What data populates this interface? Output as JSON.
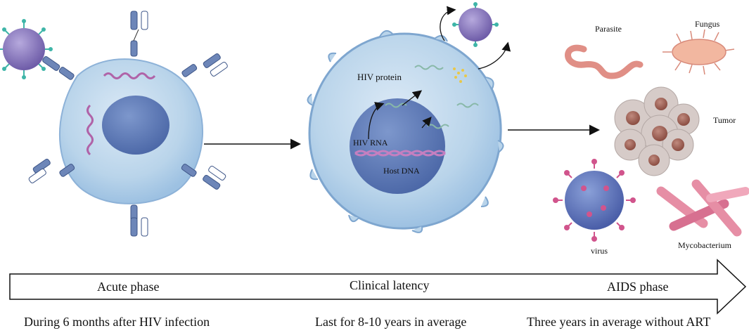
{
  "labels": {
    "hiv_protein": "HIV  protein",
    "hiv_rna": "HIV RNA",
    "host_dna": "Host DNA",
    "parasite": "Parasite",
    "fungus": "Fungus",
    "tumor": "Tumor",
    "virus": "virus",
    "mycobacterium": "Mycobacterium"
  },
  "phases": {
    "acute": "Acute phase",
    "latency": "Clinical latency",
    "aids": "AIDS phase"
  },
  "durations": {
    "acute": "During 6 months after HIV infection",
    "latency": "Last for 8-10 years in average",
    "aids": "Three years in average without ART"
  },
  "colors": {
    "cell_fill": "#b9d4ea",
    "cell_stroke": "#7ea6cf",
    "nucleus": "#5b78b5",
    "receptor": "#6d86b8",
    "rna": "#b063a8",
    "virus_body": "#8d7cc0",
    "virus_spike": "#3fb5a8",
    "parasite": "#e08f86",
    "fungus": "#f2b7a0",
    "tumor": "#a7675a",
    "virus_pink": "#d1548c",
    "mycobacterium": "#e68ea5"
  }
}
